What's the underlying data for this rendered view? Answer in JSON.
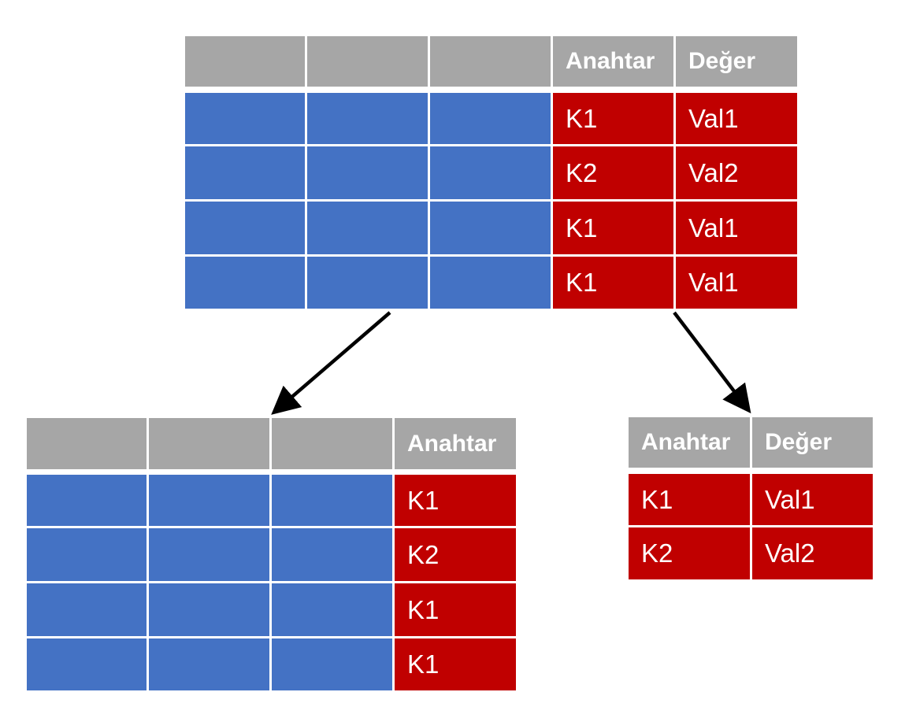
{
  "colors": {
    "header": "#a6a6a6",
    "blue": "#4472c4",
    "red": "#c00000",
    "arrow": "#000000"
  },
  "top_table": {
    "headers": [
      "",
      "",
      "",
      "Anahtar",
      "Değer"
    ],
    "rows": [
      [
        "",
        "",
        "",
        "K1",
        "Val1"
      ],
      [
        "",
        "",
        "",
        "K2",
        "Val2"
      ],
      [
        "",
        "",
        "",
        "K1",
        "Val1"
      ],
      [
        "",
        "",
        "",
        "K1",
        "Val1"
      ]
    ]
  },
  "left_table": {
    "headers": [
      "",
      "",
      "",
      "Anahtar"
    ],
    "rows": [
      [
        "",
        "",
        "",
        "K1"
      ],
      [
        "",
        "",
        "",
        "K2"
      ],
      [
        "",
        "",
        "",
        "K1"
      ],
      [
        "",
        "",
        "",
        "K1"
      ]
    ]
  },
  "right_table": {
    "headers": [
      "Anahtar",
      "Değer"
    ],
    "rows": [
      [
        "K1",
        "Val1"
      ],
      [
        "K2",
        "Val2"
      ]
    ]
  }
}
